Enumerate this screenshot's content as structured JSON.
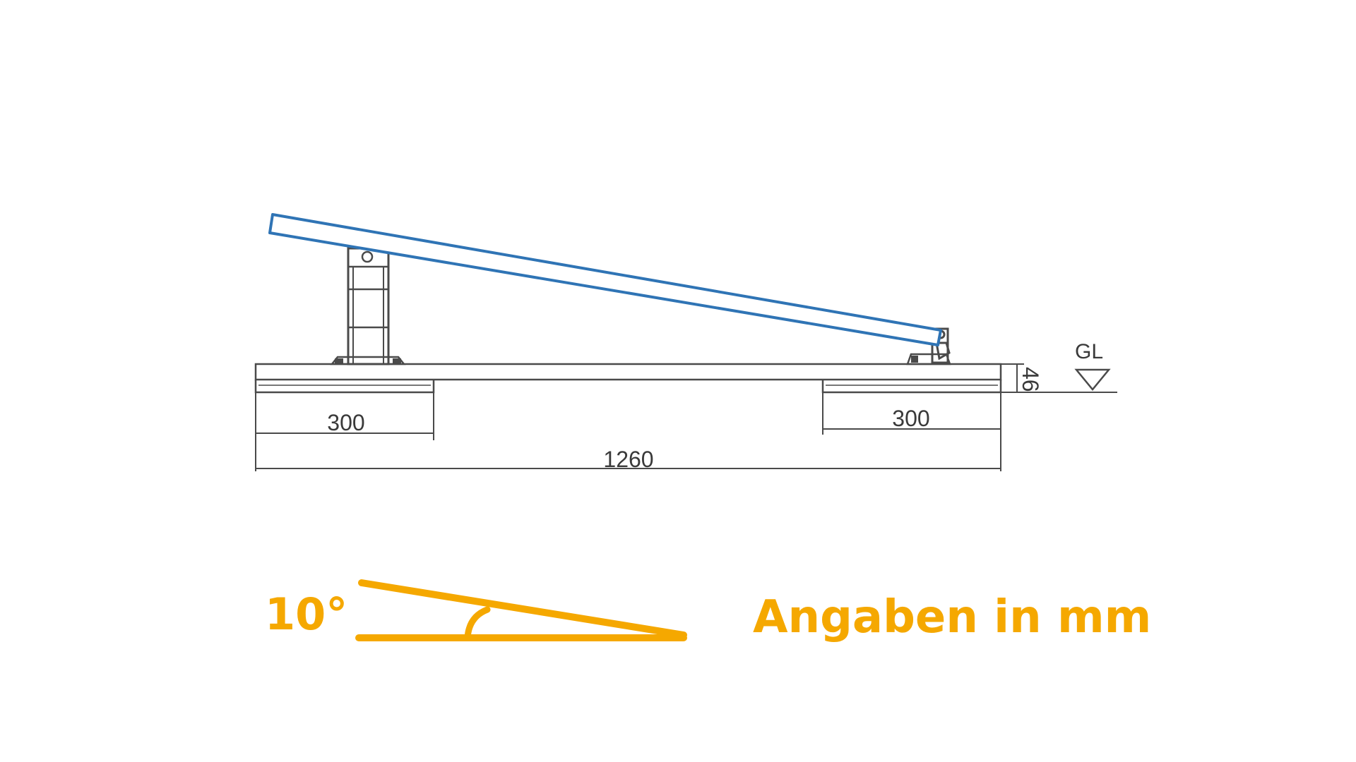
{
  "drawing": {
    "colors": {
      "panel": "#2f74b5",
      "line": "#4a4a4a",
      "accent": "#f5a800",
      "background": "#ffffff"
    },
    "dimensions": {
      "left_ballast": "300",
      "right_ballast": "300",
      "total_length": "1260",
      "base_height": "46"
    },
    "ground_level_label": "GL",
    "tilt_angle_label": "10°",
    "note": "Angaben in mm"
  }
}
